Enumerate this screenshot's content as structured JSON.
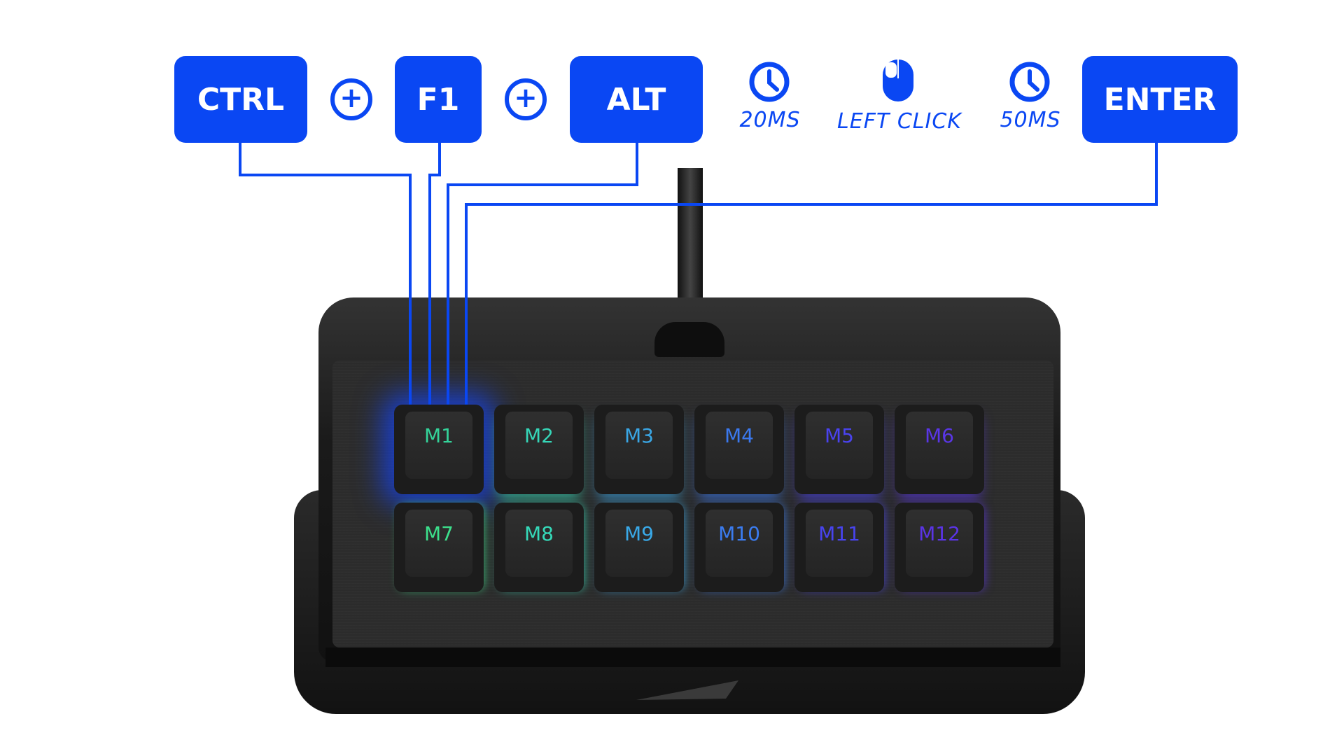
{
  "macro": {
    "keys": [
      {
        "label": "CTRL"
      },
      {
        "label": "F1"
      },
      {
        "label": "ALT"
      },
      {
        "label": "ENTER"
      }
    ],
    "plus_symbol": "+",
    "steps": [
      {
        "icon": "clock-icon",
        "label": "20MS"
      },
      {
        "icon": "mouse-icon",
        "label": "LEFT CLICK"
      },
      {
        "icon": "clock-icon",
        "label": "50MS"
      }
    ],
    "accent_color": "#0a47f3"
  },
  "keypad": {
    "keys": [
      {
        "label": "M1",
        "color": "#34d39a"
      },
      {
        "label": "M2",
        "color": "#36d6b8"
      },
      {
        "label": "M3",
        "color": "#3aa7e6"
      },
      {
        "label": "M4",
        "color": "#3b79ef"
      },
      {
        "label": "M5",
        "color": "#4a43f0"
      },
      {
        "label": "M6",
        "color": "#5a36e8"
      },
      {
        "label": "M7",
        "color": "#3ce08c"
      },
      {
        "label": "M8",
        "color": "#35d9b9"
      },
      {
        "label": "M9",
        "color": "#39a9e8"
      },
      {
        "label": "M10",
        "color": "#3b7cf0"
      },
      {
        "label": "M11",
        "color": "#4844ef"
      },
      {
        "label": "M12",
        "color": "#5b34e6"
      }
    ]
  }
}
